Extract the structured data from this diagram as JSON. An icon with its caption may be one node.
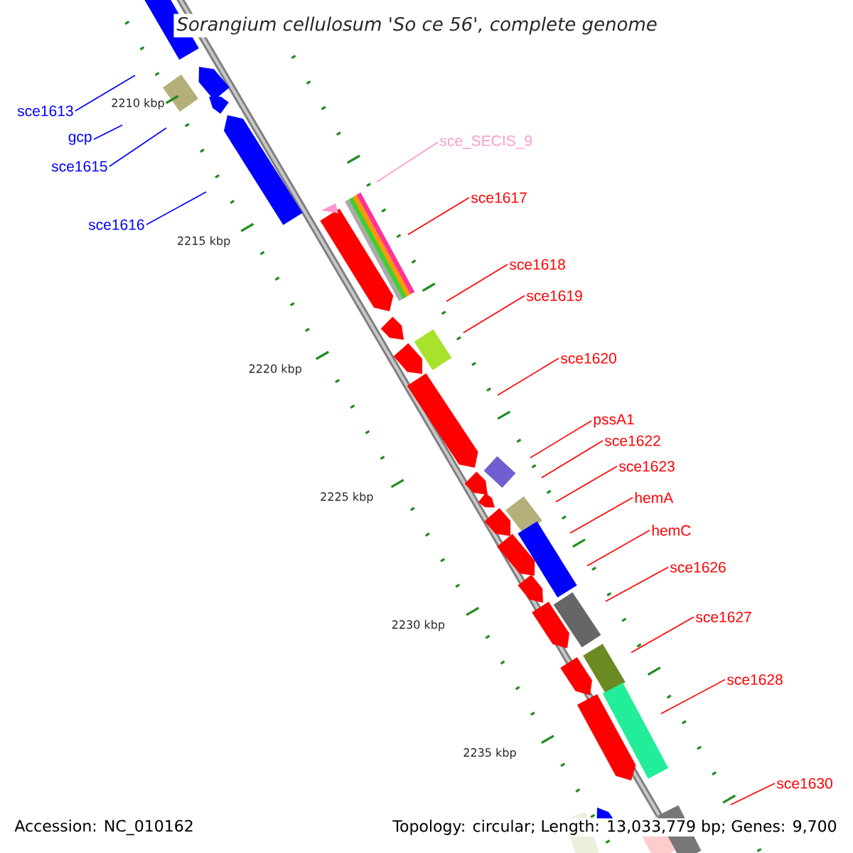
{
  "diagram": {
    "title": "Sorangium cellulosum 'So ce 56', complete genome",
    "nodes": [
      {
        "text": [
          "sce1613"
        ]
      },
      {
        "text": [
          "gcp"
        ]
      },
      {
        "text": [
          "sce1615"
        ]
      },
      {
        "text": [
          "sce1616"
        ]
      },
      {
        "text": [
          "sce_SECIS_9"
        ]
      },
      {
        "text": [
          "sce1617"
        ]
      },
      {
        "text": [
          "sce1618"
        ]
      },
      {
        "text": [
          "sce1619"
        ]
      },
      {
        "text": [
          "sce1620"
        ]
      },
      {
        "text": [
          "pssA1"
        ]
      },
      {
        "text": [
          "sce1622"
        ]
      },
      {
        "text": [
          "sce1623"
        ]
      },
      {
        "text": [
          "hemA"
        ]
      },
      {
        "text": [
          "hemC"
        ]
      },
      {
        "text": [
          "sce1626"
        ]
      },
      {
        "text": [
          "sce1627"
        ]
      },
      {
        "text": [
          "sce1628"
        ]
      },
      {
        "text": [
          "sce1630"
        ]
      }
    ],
    "edges": [
      {
        "from": 0,
        "to": null,
        "arrow": "none",
        "color": "#0000ff"
      },
      {
        "from": 1,
        "to": null,
        "arrow": "none",
        "color": "#0000ff"
      },
      {
        "from": 2,
        "to": null,
        "arrow": "none",
        "color": "#0000ff"
      },
      {
        "from": 3,
        "to": null,
        "arrow": "none",
        "color": "#0000ff"
      },
      {
        "from": 4,
        "to": null,
        "arrow": "none",
        "color": "#ff99cc"
      },
      {
        "from": 5,
        "to": null,
        "arrow": "none"
      },
      {
        "from": 6,
        "to": null,
        "arrow": "none"
      },
      {
        "from": 7,
        "to": null,
        "arrow": "none"
      },
      {
        "from": 8,
        "to": null,
        "arrow": "none"
      },
      {
        "from": 9,
        "to": null,
        "arrow": "none"
      },
      {
        "from": 10,
        "to": null,
        "arrow": "none"
      },
      {
        "from": 11,
        "to": null,
        "arrow": "none"
      },
      {
        "from": 12,
        "to": null,
        "arrow": "none"
      },
      {
        "from": 13,
        "to": null,
        "arrow": "none"
      },
      {
        "from": 14,
        "to": null,
        "arrow": "none"
      },
      {
        "from": 15,
        "to": null,
        "arrow": "none"
      },
      {
        "from": 16,
        "to": null,
        "arrow": "none"
      },
      {
        "from": 17,
        "to": null,
        "arrow": "none"
      }
    ],
    "labels": [
      "2210 kbp",
      "2215 kbp",
      "2220 kbp",
      "2225 kbp",
      "2230 kbp",
      "2235 kbp",
      "Accession: NC_010162",
      "Topology: circular; Length: 13,033,779 bp; Genes: 9,700"
    ]
  }
}
